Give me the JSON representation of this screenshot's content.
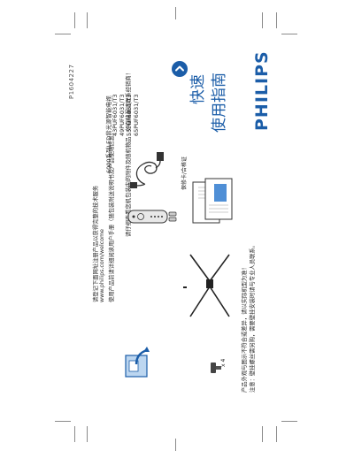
{
  "doc_code": "P1604227",
  "brand": "PHILIPS",
  "title_line1": "快速",
  "title_line2": "使用指南",
  "series_name": "6000系列LED背光源智能电视",
  "models": [
    "43PUF6031/T3",
    "49PUF6031/T3",
    "55PUF6031/T3",
    "65PUF6031/T3"
  ],
  "register_line1": "请登记下面网址注册产品以获得完整的技术服务",
  "register_url": "www.philips.com/welcome",
  "register_line2": "使用产品前请详细阅读用户手册（随包装附送说明书及产品使用信息）",
  "contents_caption": "请仔细查看您机包装内的附件及随机物品：如有缺漏请联系经销商！",
  "card_caption": "保修卡/合格证",
  "screw_qty": "x 4",
  "wall_note_line1": "产品外观与图示不符合或差异，请以实际机型为准！",
  "wall_note_line2": "注意：壁挂螺丝需另购，需要壁挂安装时请与专业人员联系。",
  "colors": {
    "brand_blue": "#1b5da8",
    "text": "#2a2a2a",
    "line": "#8a8a8a"
  }
}
